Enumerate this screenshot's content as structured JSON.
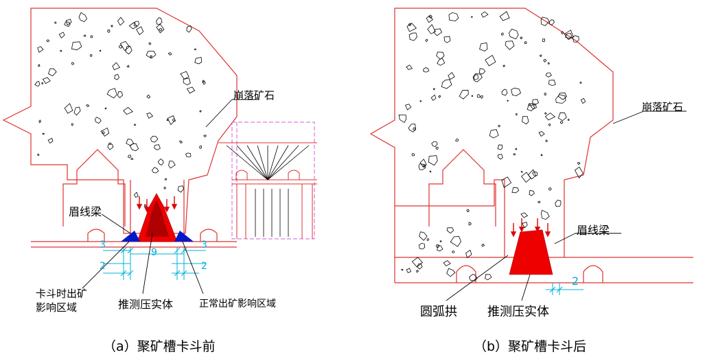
{
  "panel_a": {
    "caption": "（a）聚矿槽卡斗前",
    "labels": {
      "ore": "崩落矿石",
      "beam": "眉线梁",
      "jam_zone": "卡斗时出矿影响区域",
      "jam_zone_line1": "卡斗时出矿",
      "jam_zone_line2": "影响区域",
      "compacted": "推测压实体",
      "normal_zone": "正常出矿影响区域"
    },
    "dims": [
      "3",
      "2",
      "9",
      "3",
      "2"
    ]
  },
  "panel_b": {
    "caption": "（b）聚矿槽卡斗后",
    "labels": {
      "ore": "崩落矿石",
      "beam": "眉线梁",
      "arch": "圆弧拱",
      "compacted": "推测压实体"
    },
    "dims": [
      "2"
    ]
  },
  "colors": {
    "outline": "#e03030",
    "compacted_fill": "#ee0000",
    "dimension": "#00b0d8",
    "influence_zone": "#0018cc",
    "structure_dash": "#d060d0"
  }
}
